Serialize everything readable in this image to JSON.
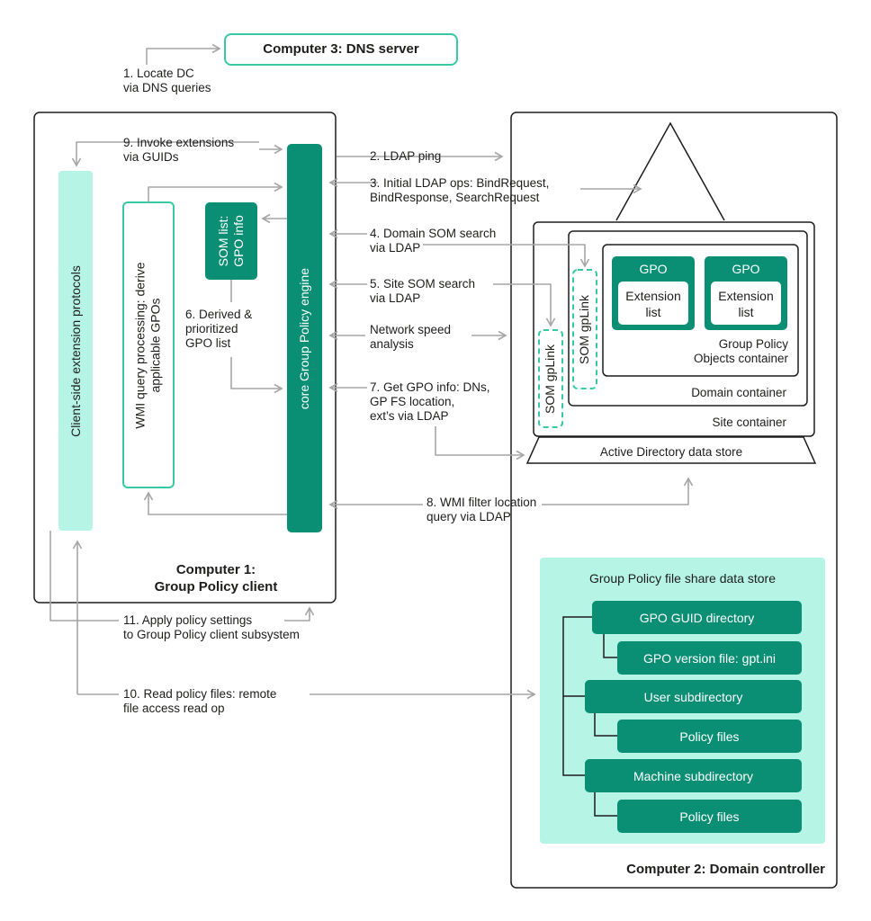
{
  "computers": {
    "dns": "Computer 3: DNS server",
    "client": "Computer 1:\nGroup Policy client",
    "dc": "Computer 2: Domain controller"
  },
  "client_parts": {
    "cse": "Client-side extension protocols",
    "wmi": "WMI query processing: derive\napplicable GPOs",
    "som_list": "SOM list:\nGPO info",
    "engine": "core Group Policy engine"
  },
  "ad": {
    "store": "Active Directory data store",
    "site": "Site container",
    "domain": "Domain container",
    "gpo_container": "Group Policy\nObjects container",
    "gpo": "GPO",
    "ext_list": "Extension\nlist",
    "som_gplink": "SOM gpLink"
  },
  "fileshare": {
    "title": "Group Policy file share data store",
    "items": [
      "GPO GUID directory",
      "GPO version file: gpt.ini",
      "User subdirectory",
      "Policy files",
      "Machine subdirectory",
      "Policy files"
    ]
  },
  "steps": {
    "s1": "1. Locate DC\nvia DNS queries",
    "s2": "2. LDAP ping",
    "s3": "3. Initial LDAP ops: BindRequest,\nBindResponse, SearchRequest",
    "s4": "4. Domain SOM search\nvia LDAP",
    "s5": "5. Site SOM search\nvia LDAP",
    "s6": "6. Derived &\nprioritized\nGPO list",
    "net": "Network speed\nanalysis",
    "s7": "7. Get GPO info: DNs,\nGP FS location,\next’s via LDAP",
    "s8": "8. WMI filter location\nquery via LDAP",
    "s9": "9. Invoke extensions\nvia GUIDs",
    "s10": "10. Read policy files: remote\nfile access read op",
    "s11": "11. Apply policy settings\nto Group Policy client subsystem"
  },
  "colors": {
    "teal": "#0a8f74",
    "mint": "#b6f4e6",
    "arrow": "#a6a6a6",
    "dark": "#1d1d1b"
  }
}
